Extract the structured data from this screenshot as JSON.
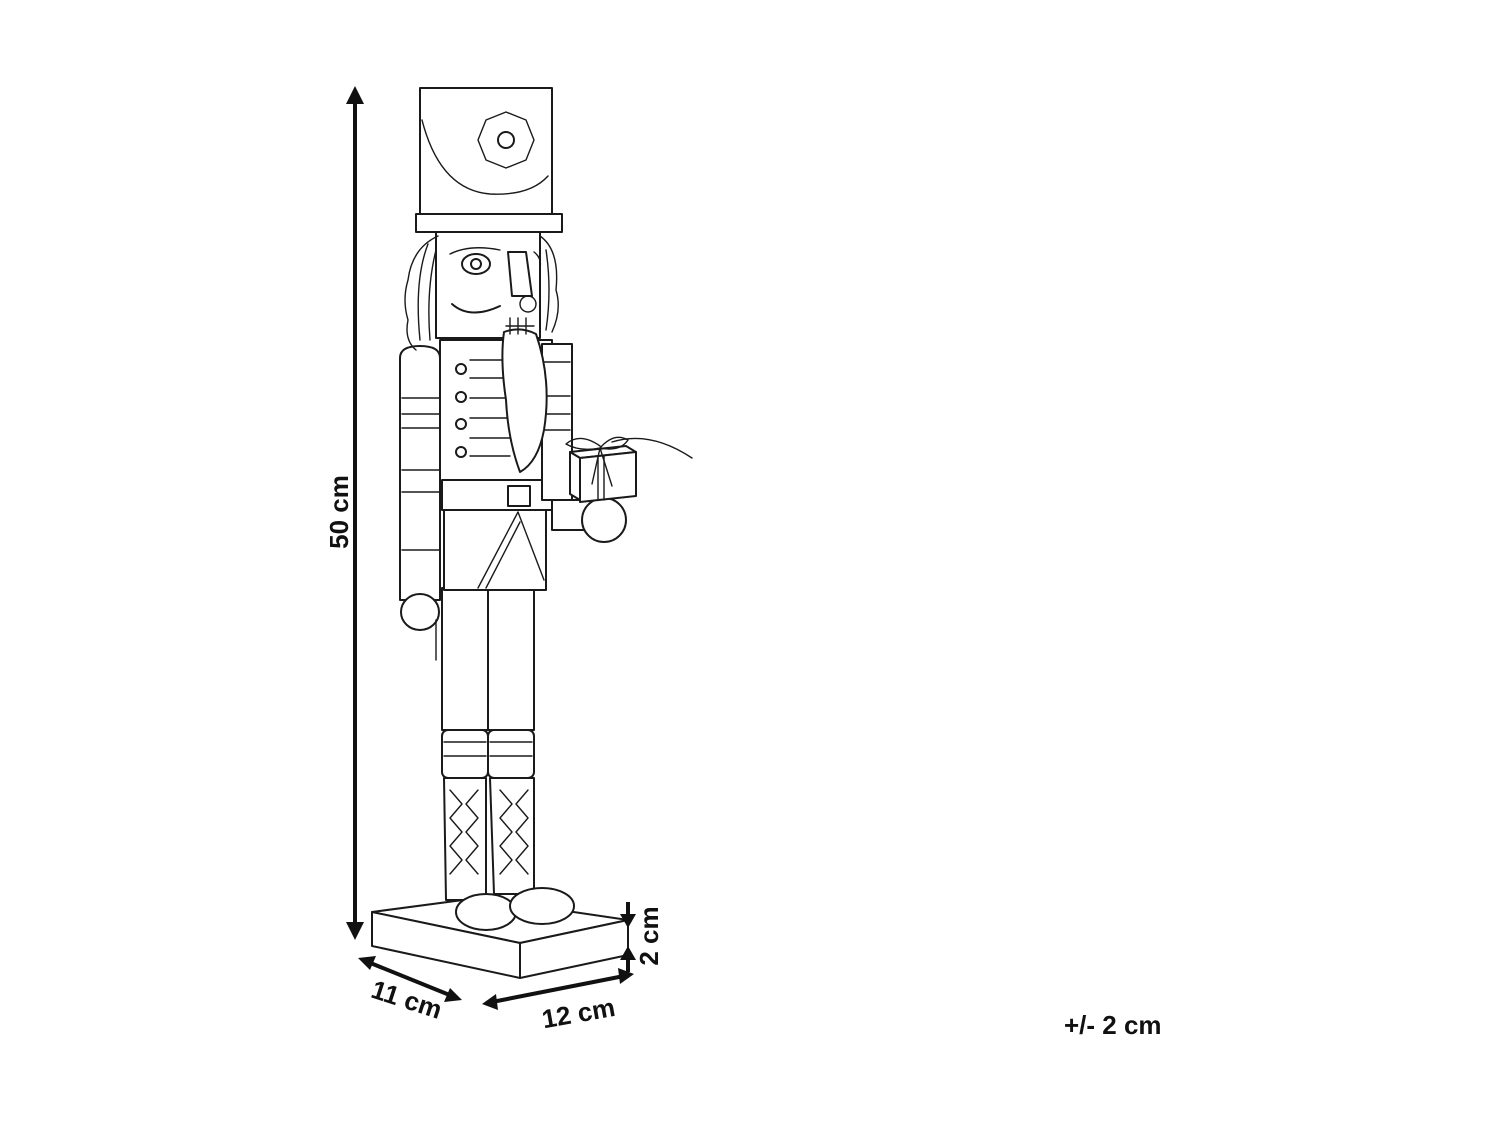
{
  "dimensions": {
    "height": "50 cm",
    "depth": "11 cm",
    "width": "12 cm",
    "base_height": "2 cm"
  },
  "tolerance": "+/- 2 cm",
  "colors": {
    "line": "#1a1a1a",
    "background": "#ffffff"
  }
}
